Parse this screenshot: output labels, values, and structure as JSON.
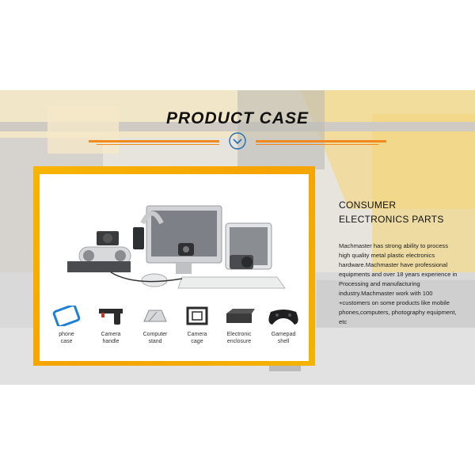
{
  "banner": {
    "title": "PRODUCT CASE",
    "accent_color": "#f08a1e",
    "frame_color": "#f5a300"
  },
  "section": {
    "heading": "CONSUMER\nELECTRONICS PARTS",
    "description": "Machmaster has strong ability to process high quality metal plastic electronics hardware.Machmaster have professional equipments and over 18 years experience in Processing and manufacturing industry.Machmaster work with 100 +customers on some products like mobile phones,computers, photography equipment, etc"
  },
  "products": [
    {
      "label": "phone\ncase",
      "icon": "phone-case-icon"
    },
    {
      "label": "Camera\nhandle",
      "icon": "camera-handle-icon"
    },
    {
      "label": "Computer\nstand",
      "icon": "computer-stand-icon"
    },
    {
      "label": "Camera\ncage",
      "icon": "camera-cage-icon"
    },
    {
      "label": "Electronic\nenclosure",
      "icon": "electronic-enclosure-icon"
    },
    {
      "label": "Gamepad\nshell",
      "icon": "gamepad-shell-icon"
    }
  ]
}
